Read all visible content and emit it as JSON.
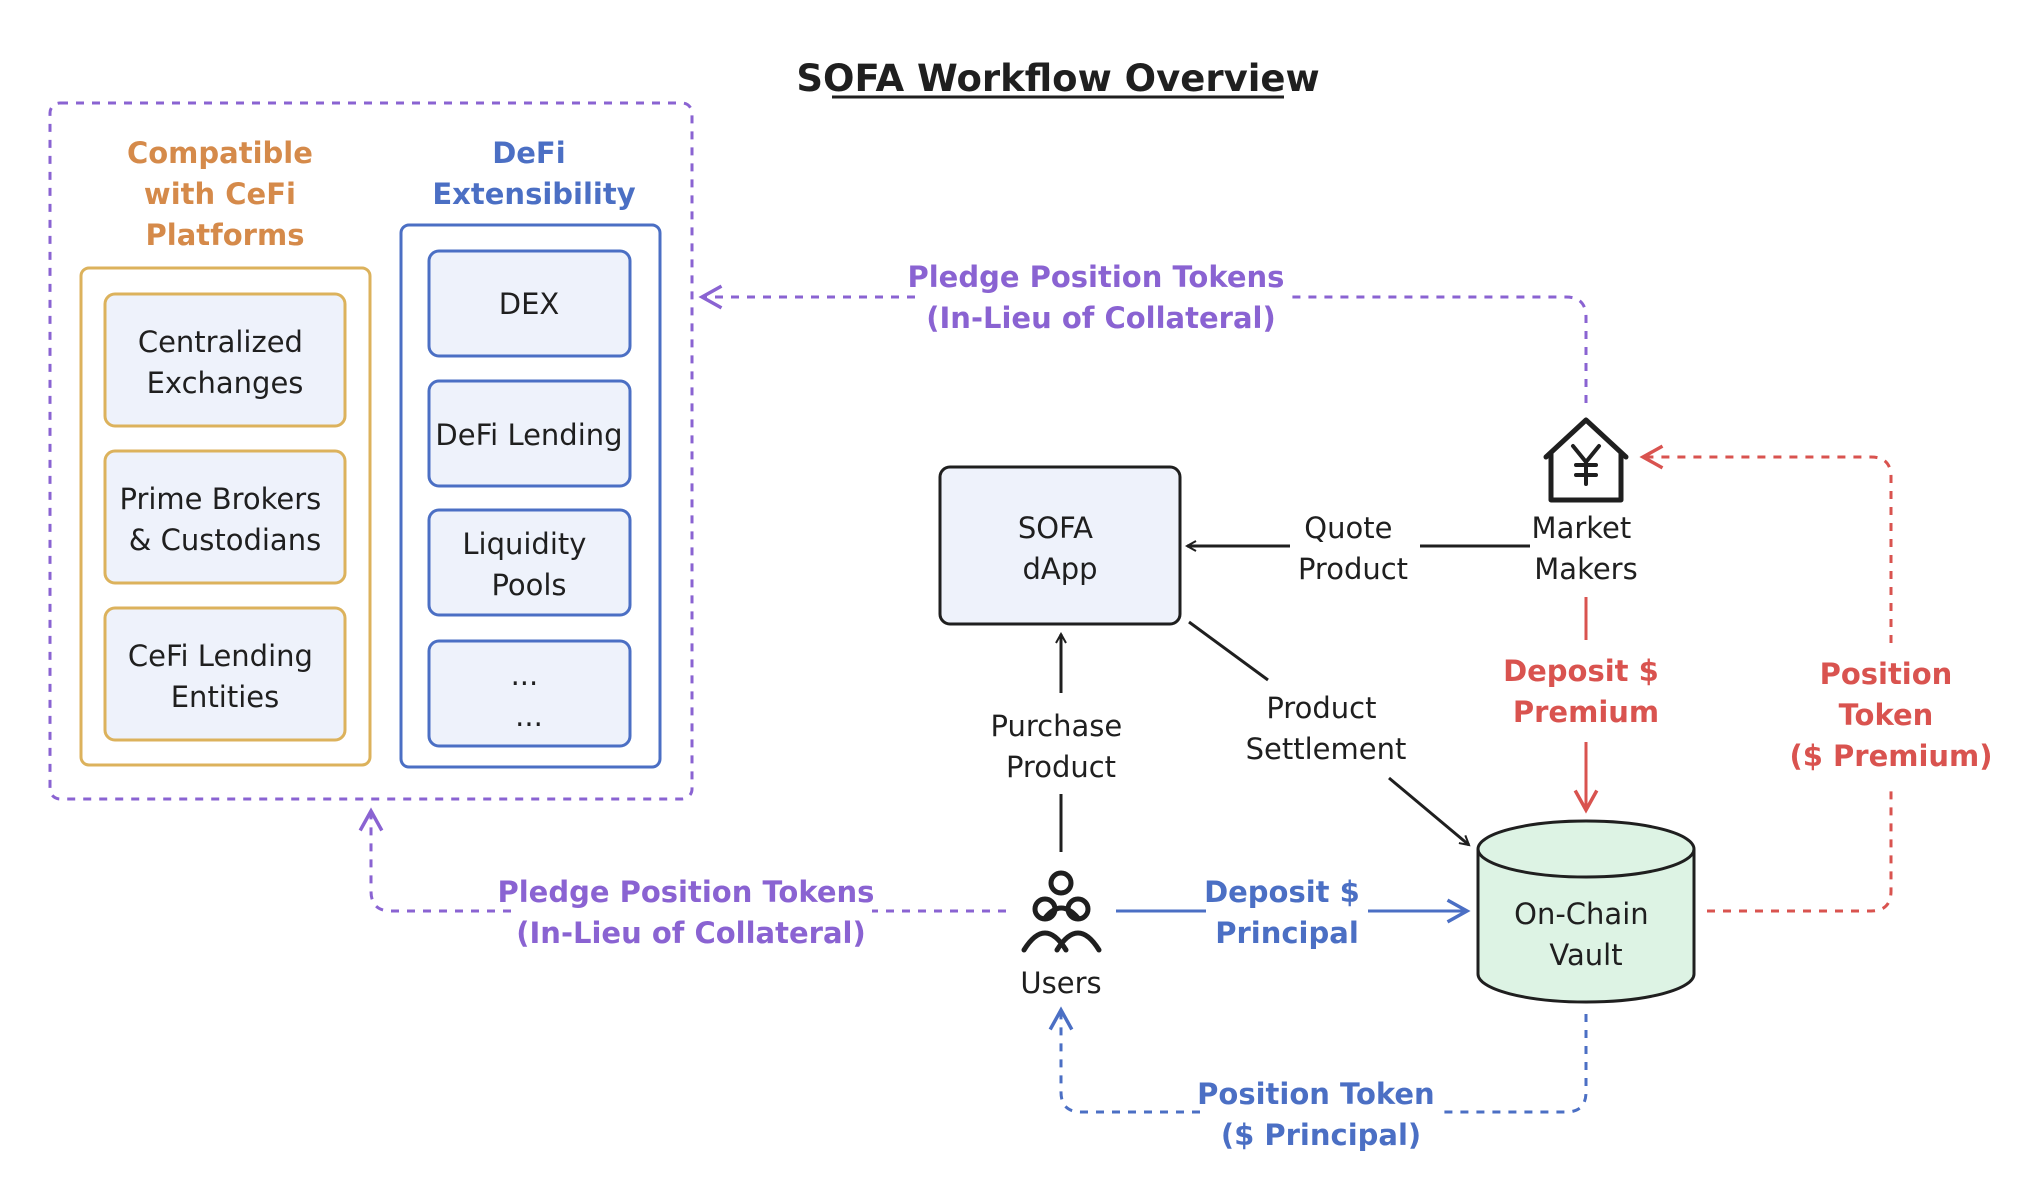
{
  "title": "SOFA Workflow Overview",
  "colors": {
    "purple": "#8a63d2",
    "orange": "#d58a4a",
    "gold": "#dcb25c",
    "blue": "#4b6fc4",
    "red": "#d9534f",
    "node_fill": "#eef2fb",
    "vault_fill": "#ddf3e4",
    "black": "#1f1f1f"
  },
  "cefi": {
    "heading": [
      "Compatible",
      "with CeFi",
      "Platforms"
    ],
    "items": [
      [
        "Centralized",
        "Exchanges"
      ],
      [
        "Prime Brokers",
        "& Custodians"
      ],
      [
        "CeFi Lending",
        "Entities"
      ]
    ]
  },
  "defi": {
    "heading": [
      "DeFi",
      "Extensibility"
    ],
    "items": [
      [
        "DEX"
      ],
      [
        "DeFi Lending"
      ],
      [
        "Liquidity",
        "Pools"
      ],
      [
        "...",
        "..."
      ]
    ]
  },
  "nodes": {
    "sofa_dapp": [
      "SOFA",
      "dApp"
    ],
    "market_makers": [
      "Market",
      "Makers"
    ],
    "users": [
      "Users"
    ],
    "vault": [
      "On-Chain",
      "Vault"
    ]
  },
  "edges": {
    "quote_product": [
      "Quote",
      "Product"
    ],
    "purchase_product": [
      "Purchase",
      "Product"
    ],
    "product_settlement": [
      "Product",
      "Settlement"
    ],
    "deposit_premium": [
      "Deposit $",
      "Premium"
    ],
    "position_token_premium": [
      "Position",
      "Token",
      "($ Premium)"
    ],
    "pledge_top": [
      "Pledge Position Tokens",
      "(In-Lieu of Collateral)"
    ],
    "pledge_bottom": [
      "Pledge Position Tokens",
      "(In-Lieu of Collateral)"
    ],
    "deposit_principal": [
      "Deposit $",
      "Principal"
    ],
    "position_token_principal": [
      "Position Token",
      "($ Principal)"
    ]
  }
}
